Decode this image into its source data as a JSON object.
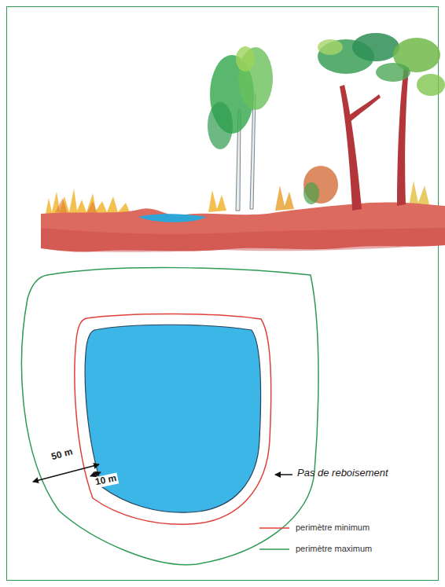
{
  "diagram": {
    "labels": [
      "50 m",
      "10 m",
      "Pas de reboisement"
    ],
    "legend": [
      {
        "text": "perimètre minimum"
      },
      {
        "text": "perimètre maximum"
      }
    ]
  }
}
